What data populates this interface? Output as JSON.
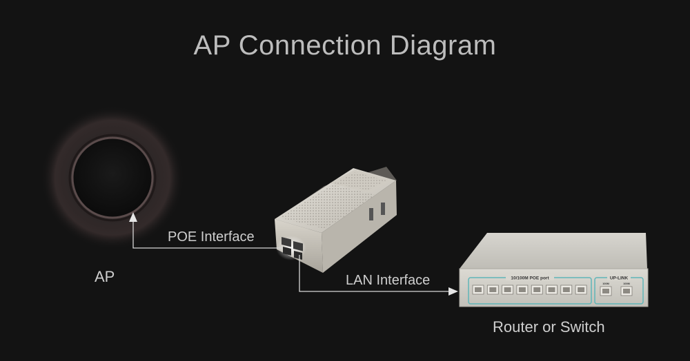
{
  "title": "AP Connection Diagram",
  "labels": {
    "ap": "AP",
    "poe_interface": "POE Interface",
    "lan_interface": "LAN Interface",
    "router": "Router or Switch"
  },
  "switch": {
    "poe_port_label": "10/100M POE port",
    "uplink_label": "UP-LINK",
    "uplink_speed": "100M",
    "poe_port_count": 8,
    "uplink_port_count": 2
  },
  "colors": {
    "background": "#131313",
    "text": "#cfcfcf",
    "switch_body": "#cfcdc6",
    "switch_stripe": "#5fb5b8",
    "injector_body": "#d8d4cb"
  }
}
